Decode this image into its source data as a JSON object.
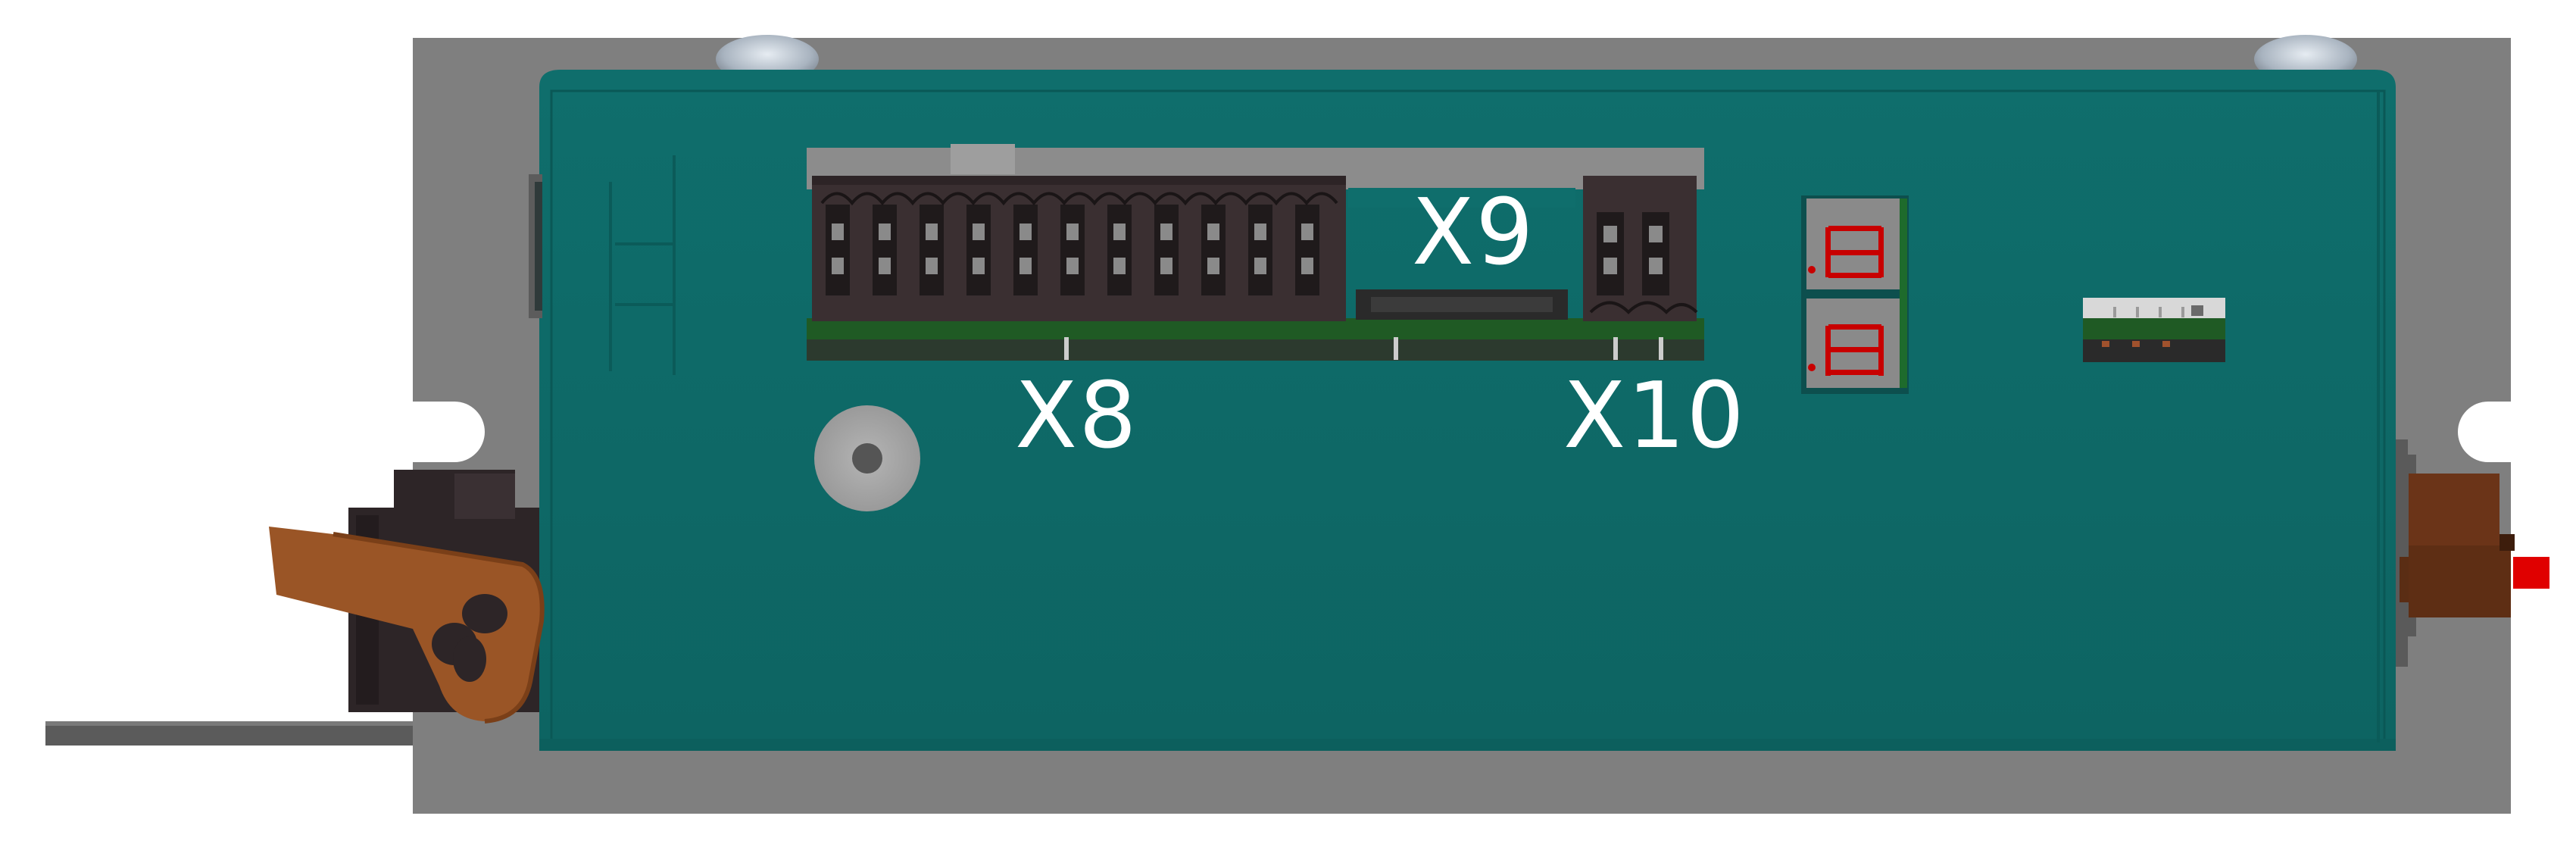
{
  "labels": {
    "x8": "X8",
    "x9": "X9",
    "x10": "X10"
  },
  "display": {
    "digit_top": ".8",
    "digit_bottom": ".8"
  },
  "colors": {
    "housing": "#0f6b69",
    "plate": "#808080",
    "connector": "#3a2f31",
    "pcb": "#1f5a24",
    "lever": "#9a5526",
    "segment": "#c80000"
  },
  "icons": [
    "screw-icon",
    "lever-icon",
    "connector-icon",
    "seven-segment-icon",
    "dip-switch-icon",
    "terminal-icon"
  ]
}
